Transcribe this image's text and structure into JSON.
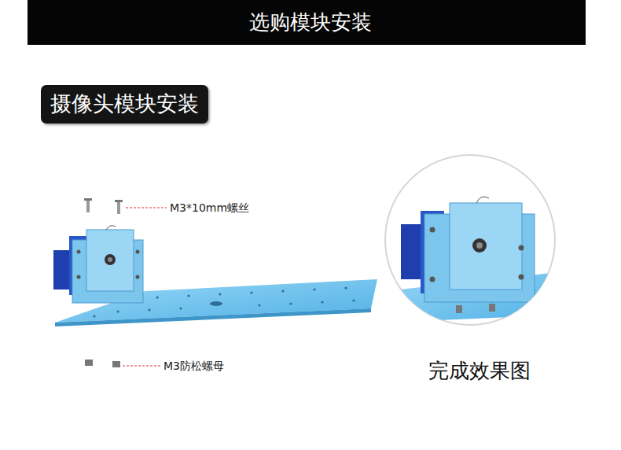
{
  "diagram": {
    "title": "选购模块安装",
    "caption": "完成效果图",
    "nodes": [
      {
        "text": [
          "摄像头模块安装"
        ]
      }
    ],
    "labels": [
      "M3*10mm螺丝",
      "M3防松螺母"
    ]
  }
}
